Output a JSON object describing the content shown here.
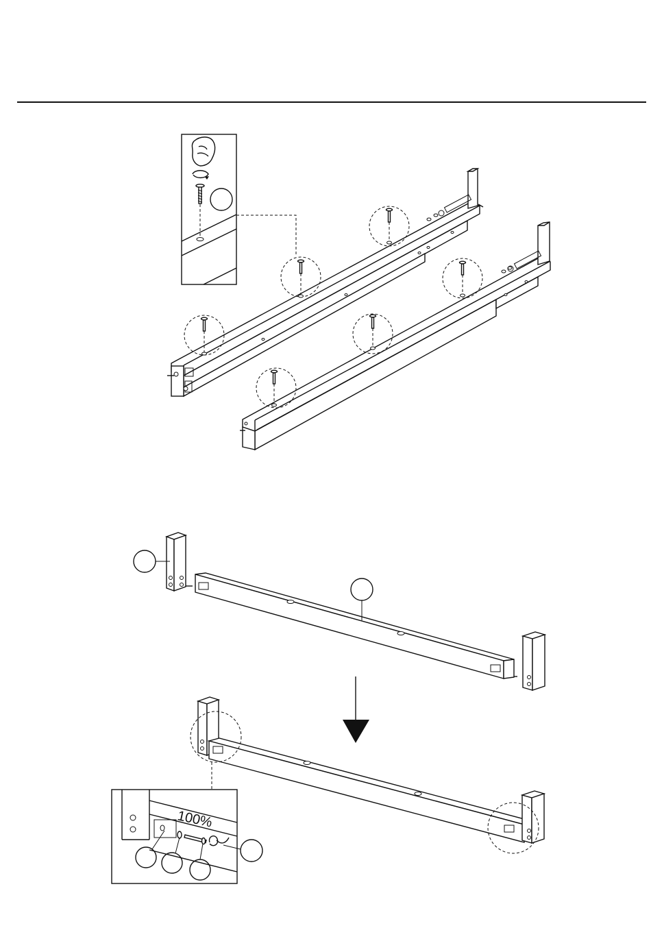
{
  "diagram": {
    "step1": {
      "detail_callout": {
        "part_label": ""
      },
      "screw_callouts": 6
    },
    "step2": {
      "leg_label": "",
      "rail_label": ""
    },
    "step3": {
      "zoom_text": "100%",
      "hardware_labels": [
        "",
        "",
        "",
        ""
      ]
    },
    "arrow": "down-arrow"
  }
}
